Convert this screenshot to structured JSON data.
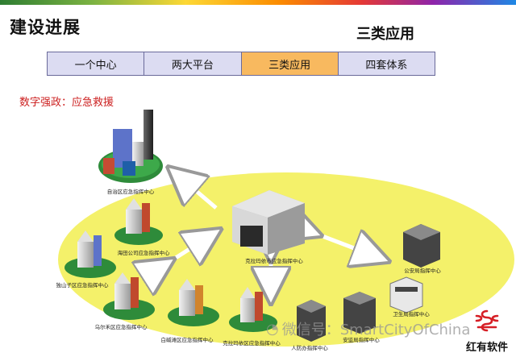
{
  "header": {
    "title": "建设进展",
    "subtitle": "三类应用"
  },
  "tabs": [
    {
      "label": "一个中心",
      "active": false
    },
    {
      "label": "两大平台",
      "active": false
    },
    {
      "label": "三类应用",
      "active": true
    },
    {
      "label": "四套体系",
      "active": false
    }
  ],
  "section_title": "数字强政：应急救援",
  "diagram": {
    "center_label": "克拉玛依市应急指挥中心",
    "nodes": {
      "zizhiqu": "自治区应急指挥中心",
      "haitian": "海田公司应急指挥中心",
      "dushanzi": "独山子区应急指挥中心",
      "wuerhe": "乌尔禾区应急指挥中心",
      "baijiantan": "白碱滩区应急指挥中心",
      "kelamayi_qu": "克拉玛依区应急指挥中心",
      "renfang": "人防办指挥中心",
      "anjian": "安监局指挥中心",
      "gongan": "公安局指挥中心",
      "weisheng": "卫生局指挥中心"
    }
  },
  "watermark": "微信号：SmartCityOfChina",
  "brand": {
    "name": "红有软件",
    "color": "#d61f26"
  },
  "colors": {
    "ellipse": "#f4f16a",
    "active_tab": "#f8b95f",
    "tab": "#dcdcf2",
    "section_title": "#cc1f1f"
  }
}
